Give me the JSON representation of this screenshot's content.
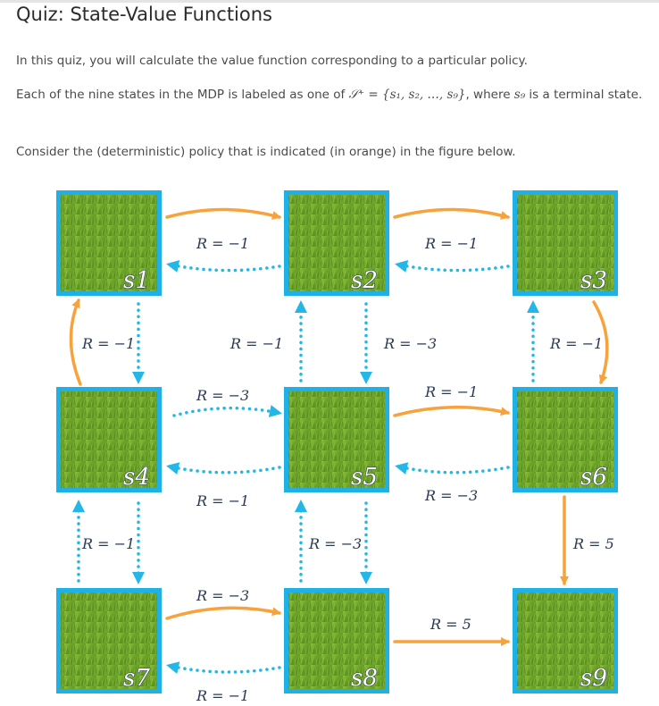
{
  "title": "Quiz: State-Value Functions",
  "intro": "In this quiz, you will calculate the value function corresponding to a particular policy.",
  "states_sentence": {
    "before": "Each of the nine states in the MDP is labeled as one of ",
    "set_math": "𝒮⁺ = {s₁, s₂, …, s₉}",
    "middle": ", where ",
    "terminal_math": "s₉",
    "after": " is a terminal state."
  },
  "policy_sentence": "Consider the (deterministic) policy that is indicated (in orange) in the figure below.",
  "colors": {
    "policy_arrow": "#f7a23b",
    "other_arrow": "#22b7e6",
    "tile_border": "#1fb1e6"
  },
  "states": [
    {
      "id": "s1",
      "label": "s1"
    },
    {
      "id": "s2",
      "label": "s2"
    },
    {
      "id": "s3",
      "label": "s3"
    },
    {
      "id": "s4",
      "label": "s4"
    },
    {
      "id": "s5",
      "label": "s5"
    },
    {
      "id": "s6",
      "label": "s6"
    },
    {
      "id": "s7",
      "label": "s7"
    },
    {
      "id": "s8",
      "label": "s8"
    },
    {
      "id": "s9",
      "label": "s9"
    }
  ],
  "rewards": {
    "s1_s2": "R = −1",
    "s2_s3": "R = −1",
    "s1_s4": "R = −1",
    "s4_s5_top": "R = −3",
    "s2_s5_left": "R = −1",
    "s2_s5_right": "R = −3",
    "s3_s6": "R = −1",
    "s5_s6_top": "R = −1",
    "s5_s4_bottom": "R = −1",
    "s6_s5_bottom": "R = −3",
    "s4_s7": "R = −1",
    "s5_s8": "R = −3",
    "s6_s9": "R = 5",
    "s7_s8_top": "R = −3",
    "s8_s9": "R = 5",
    "s8_s7_bottom": "R = −1"
  }
}
